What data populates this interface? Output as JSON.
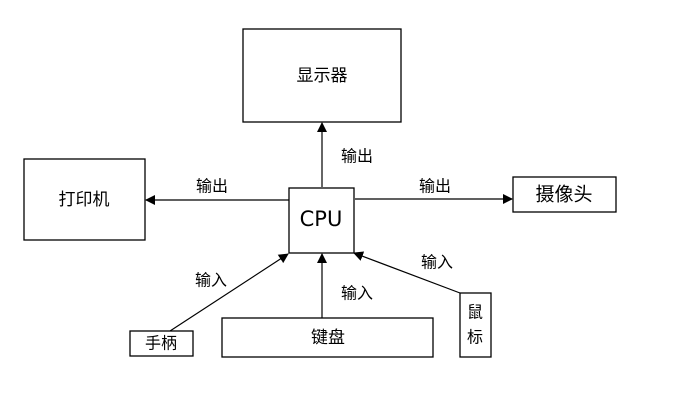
{
  "nodes": {
    "cpu": "CPU",
    "display": "显示器",
    "printer": "打印机",
    "camera": "摄像头",
    "gamepad": "手柄",
    "keyboard": "键盘",
    "mouse_line1": "鼠",
    "mouse_line2": "标"
  },
  "edges": {
    "output_display": "输出",
    "output_printer": "输出",
    "output_camera": "输出",
    "input_gamepad": "输入",
    "input_keyboard": "输入",
    "input_mouse": "输入"
  }
}
